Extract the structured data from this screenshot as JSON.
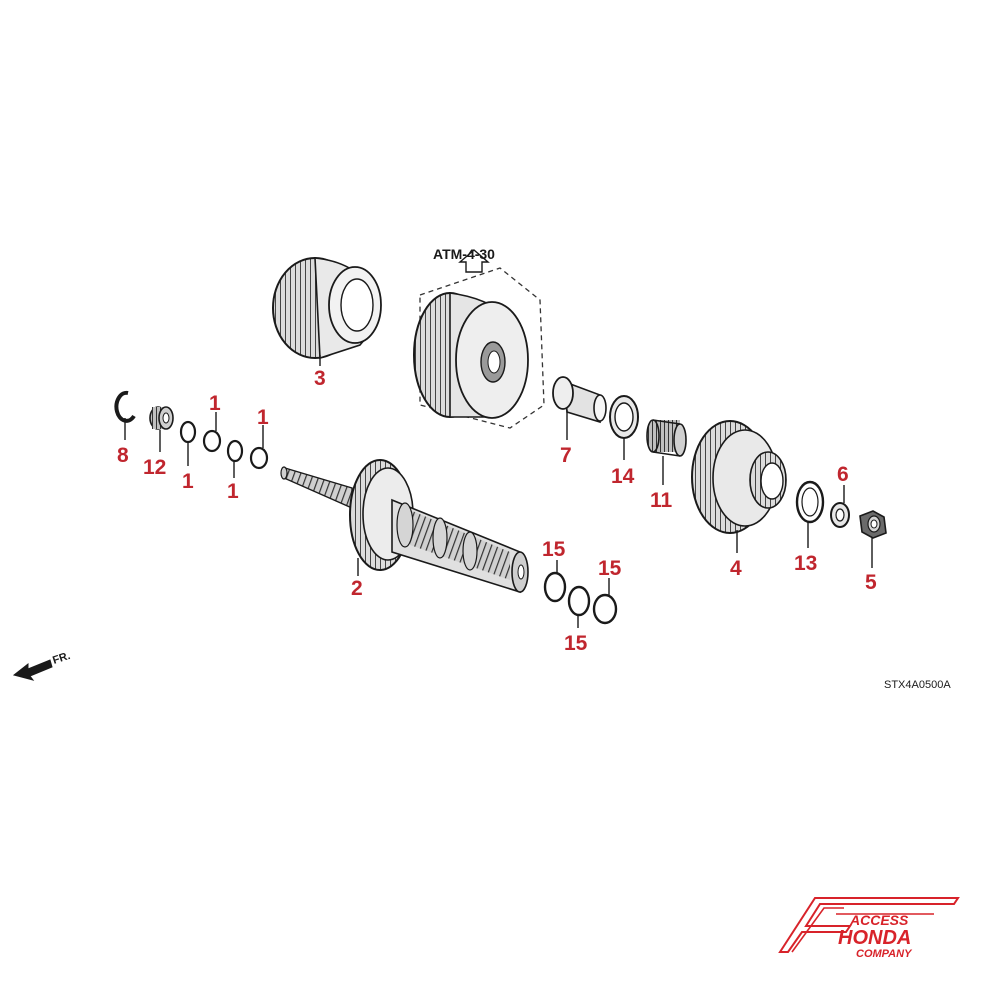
{
  "colors": {
    "callout": "#c0262e",
    "line": "#1a1a1a",
    "part_fill": "#e9e9e9",
    "dark_fill": "#6a6a6a",
    "logo": "#d8232a"
  },
  "reference_label": "ATM-4-30",
  "direction_label": "FR.",
  "diagram_code": "STX4A0500A",
  "logo": {
    "line1": "ACCESS",
    "line2": "HONDA",
    "line3": "COMPANY"
  },
  "callouts": {
    "c1a": "1",
    "c1b": "1",
    "c1c": "1",
    "c1d": "1",
    "c2": "2",
    "c3": "3",
    "c4": "4",
    "c5": "5",
    "c6": "6",
    "c7": "7",
    "c8": "8",
    "c11": "11",
    "c12": "12",
    "c13": "13",
    "c14": "14",
    "c15a": "15",
    "c15b": "15",
    "c15c": "15"
  }
}
